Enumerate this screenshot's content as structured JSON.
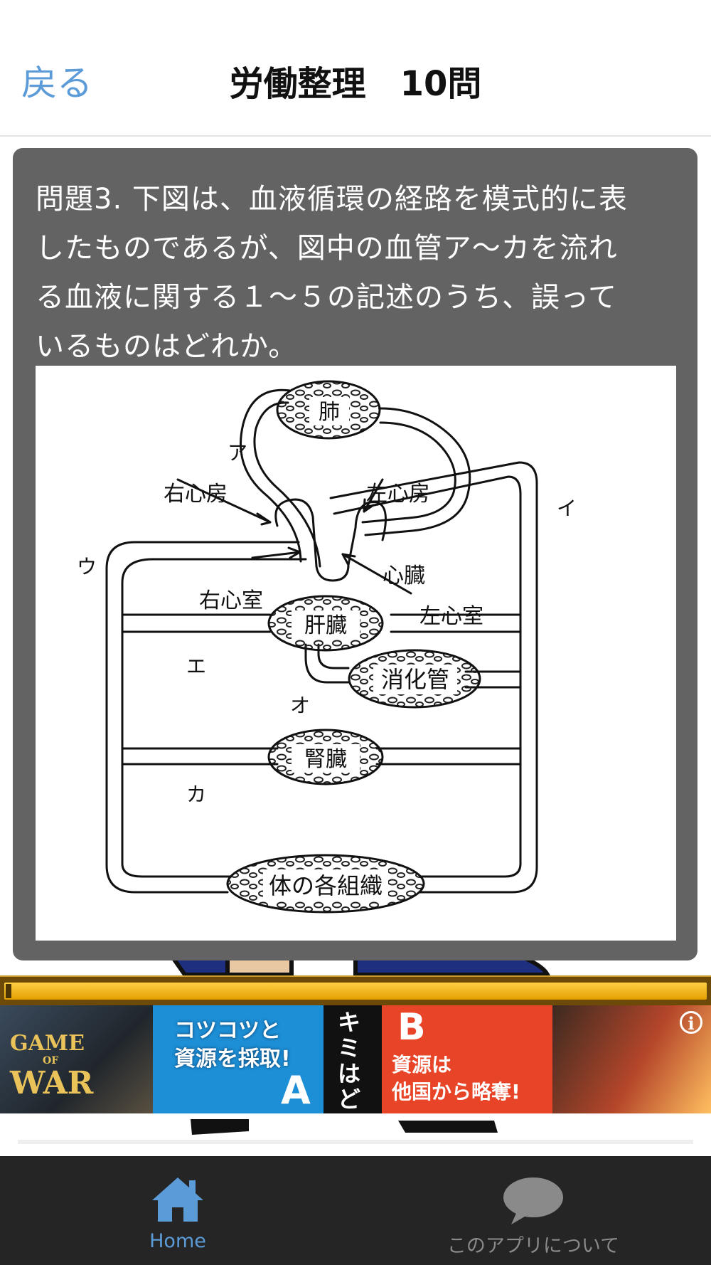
{
  "nav": {
    "back_label": "戻る",
    "title": "労働整理　10問"
  },
  "question": {
    "lines": [
      "問題3. 下図は、血液循環の経路を模式的に表",
      "したものであるが、図中の血管ア～カを流れ",
      "る血液に関する１～５の記述のうち、誤って",
      "いるものはどれか。"
    ]
  },
  "diagram": {
    "organs": {
      "lung": "肺",
      "liver": "肝臓",
      "digestive": "消化管",
      "kidney": "腎臓",
      "tissues": "体の各組織"
    },
    "heart": {
      "right_atrium": "右心房",
      "left_atrium": "左心房",
      "heart": "心臓",
      "right_ventricle": "右心室",
      "left_ventricle": "左心室"
    },
    "vessels": {
      "a": "ア",
      "i": "イ",
      "u": "ウ",
      "e": "エ",
      "o": "オ",
      "ka": "カ"
    }
  },
  "ad": {
    "game_logo_top": "GAME",
    "game_logo_mid": "OF",
    "game_logo_bottom": "WAR",
    "a_line1": "コツコツと",
    "a_line2": "資源を採取!",
    "a_letter": "A",
    "mid_text": "キミはどっち?",
    "b_letter": "B",
    "b_line1": "資源は",
    "b_line2": "他国から略奪!",
    "info_icon": "i",
    "colors": {
      "a_panel": "#1d8fd6",
      "b_panel": "#e84528",
      "progress": "#f0b400"
    }
  },
  "tabbar": {
    "home_label": "Home",
    "about_label": "このアプリについて",
    "active_color": "#5b9bd8",
    "inactive_color": "#8a8a8a"
  }
}
